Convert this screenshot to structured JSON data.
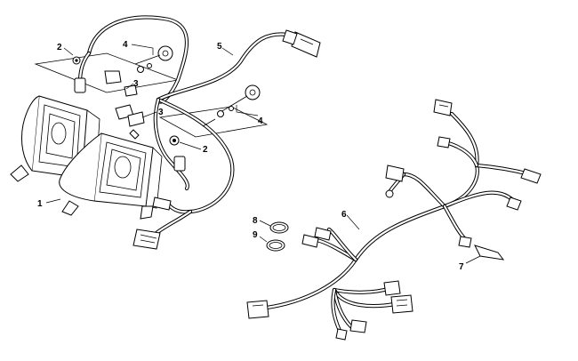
{
  "diagram": {
    "callouts": [
      {
        "id": "c1",
        "label": "1"
      },
      {
        "id": "c2a",
        "label": "2"
      },
      {
        "id": "c2b",
        "label": "2"
      },
      {
        "id": "c3a",
        "label": "3"
      },
      {
        "id": "c3b",
        "label": "3"
      },
      {
        "id": "c4a",
        "label": "4"
      },
      {
        "id": "c4b",
        "label": "4"
      },
      {
        "id": "c5",
        "label": "5"
      },
      {
        "id": "c6",
        "label": "6"
      },
      {
        "id": "c7",
        "label": "7"
      },
      {
        "id": "c8",
        "label": "8"
      },
      {
        "id": "c9",
        "label": "9"
      }
    ],
    "colors": {
      "line": "#000000",
      "background": "#ffffff"
    }
  }
}
